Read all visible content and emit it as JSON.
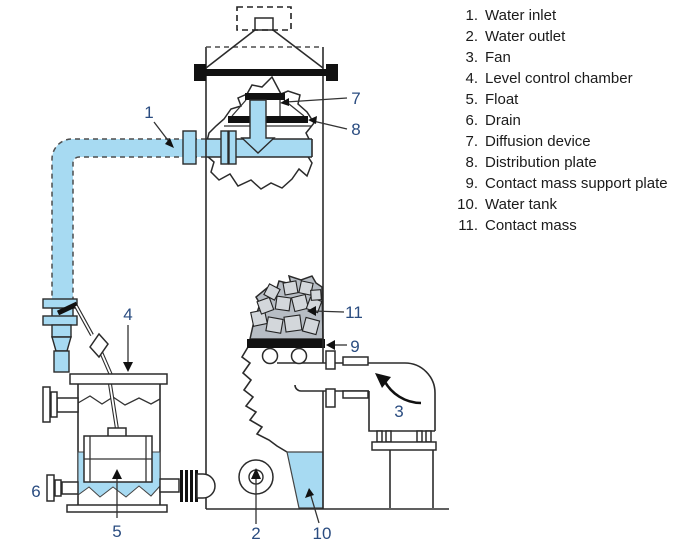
{
  "legend": {
    "items": [
      {
        "num": "1.",
        "text": "Water inlet"
      },
      {
        "num": "2.",
        "text": "Water outlet"
      },
      {
        "num": "3.",
        "text": "Fan"
      },
      {
        "num": "4.",
        "text": "Level control chamber"
      },
      {
        "num": "5.",
        "text": "Float"
      },
      {
        "num": "6.",
        "text": "Drain"
      },
      {
        "num": "7.",
        "text": "Diffusion device"
      },
      {
        "num": "8.",
        "text": "Distribution plate"
      },
      {
        "num": "9.",
        "text": "Contact mass support plate"
      },
      {
        "num": "10.",
        "text": "Water tank"
      },
      {
        "num": "11.",
        "text": "Contact mass"
      }
    ]
  },
  "callouts": {
    "n1": "1",
    "n2": "2",
    "n3": "3",
    "n4": "4",
    "n5": "5",
    "n6": "6",
    "n7": "7",
    "n8": "8",
    "n9": "9",
    "n10": "10",
    "n11": "11"
  },
  "colors": {
    "water_blue": "#a7daf2",
    "contact_mass_gray": "#b7bdc4",
    "block_gray": "#d3d7db",
    "line_black": "#2b2b2b",
    "callout_blue": "#2a4c80",
    "legend_text": "#1b1b1b"
  }
}
